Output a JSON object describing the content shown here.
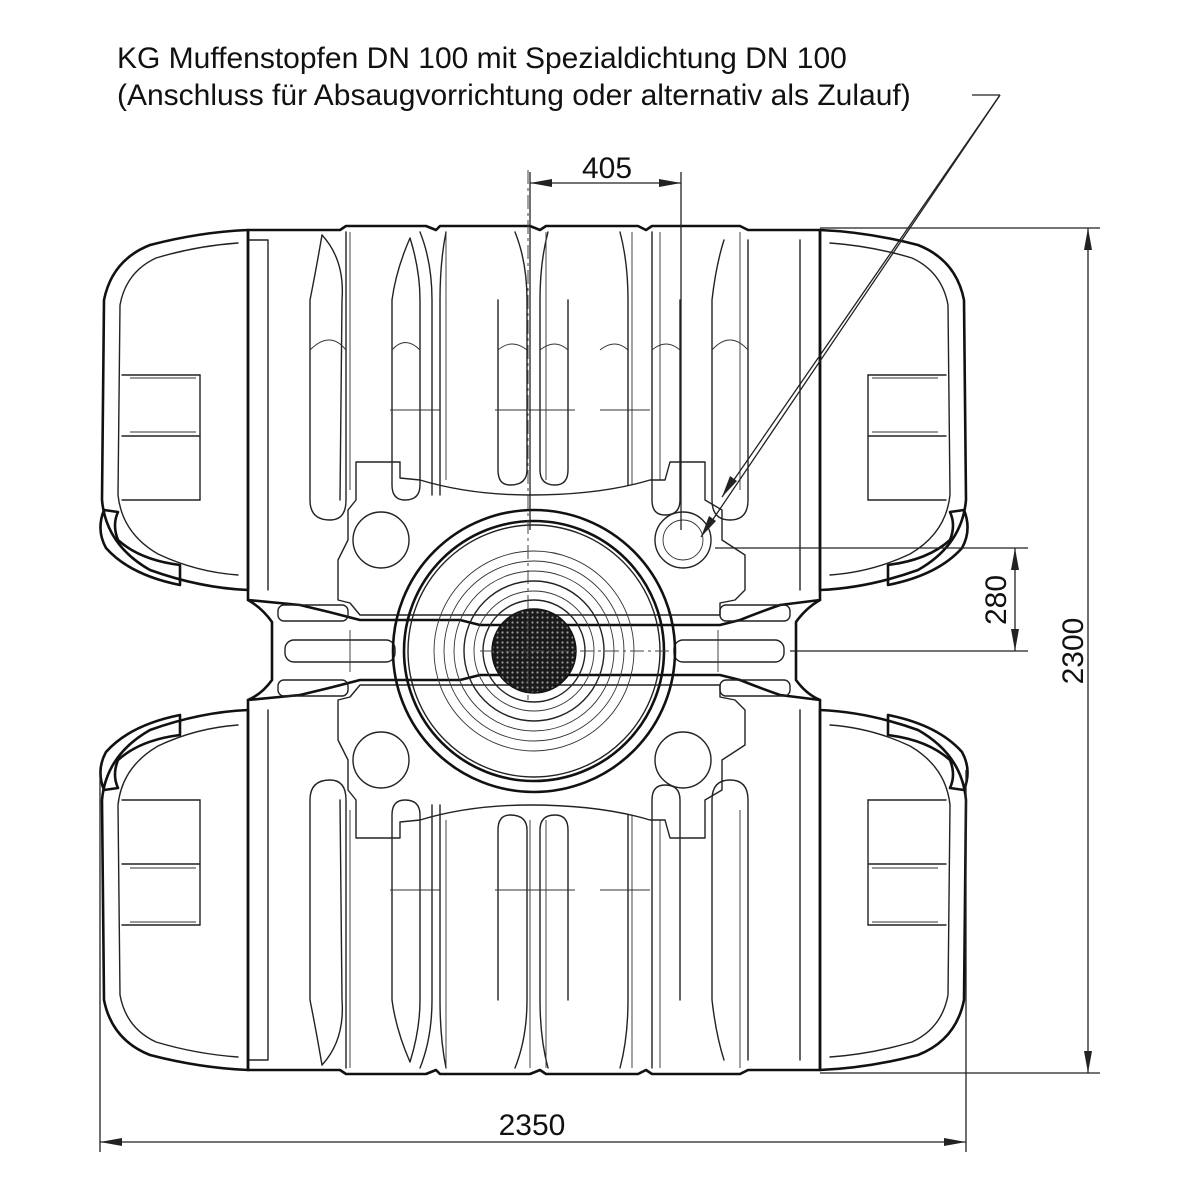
{
  "callout": {
    "line1": "KG Muffenstopfen DN 100 mit Spezialdichtung DN 100",
    "line2": "(Anschluss für Absaugvorrichtung oder alternativ als Zulauf)"
  },
  "dimensions": {
    "rib_spacing": "405",
    "offset": "280",
    "height": "2300",
    "width": "2350"
  }
}
